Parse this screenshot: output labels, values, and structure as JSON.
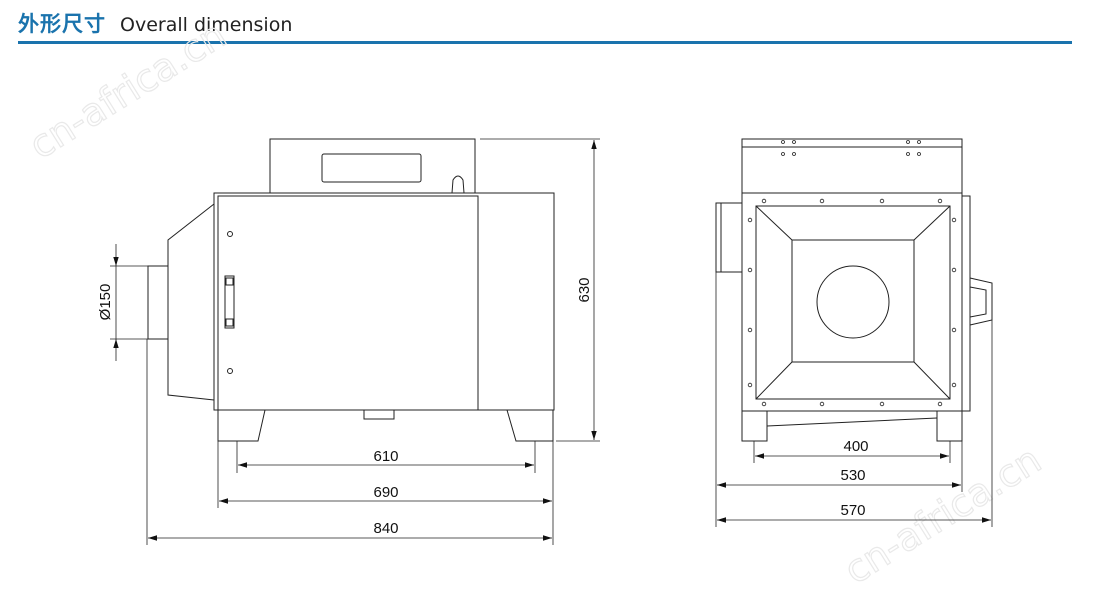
{
  "header": {
    "title_cn": "外形尺寸",
    "title_en": "Overall dimension",
    "accent_color": "#1a73ad"
  },
  "watermark": "cn-africa.cn",
  "dimensions": {
    "inlet_diameter": "Ø150",
    "height": "630",
    "front_inner_width": "610",
    "front_body_width": "690",
    "front_overall_width": "840",
    "side_leg_span": "400",
    "side_body_width": "530",
    "side_overall_width": "570"
  }
}
